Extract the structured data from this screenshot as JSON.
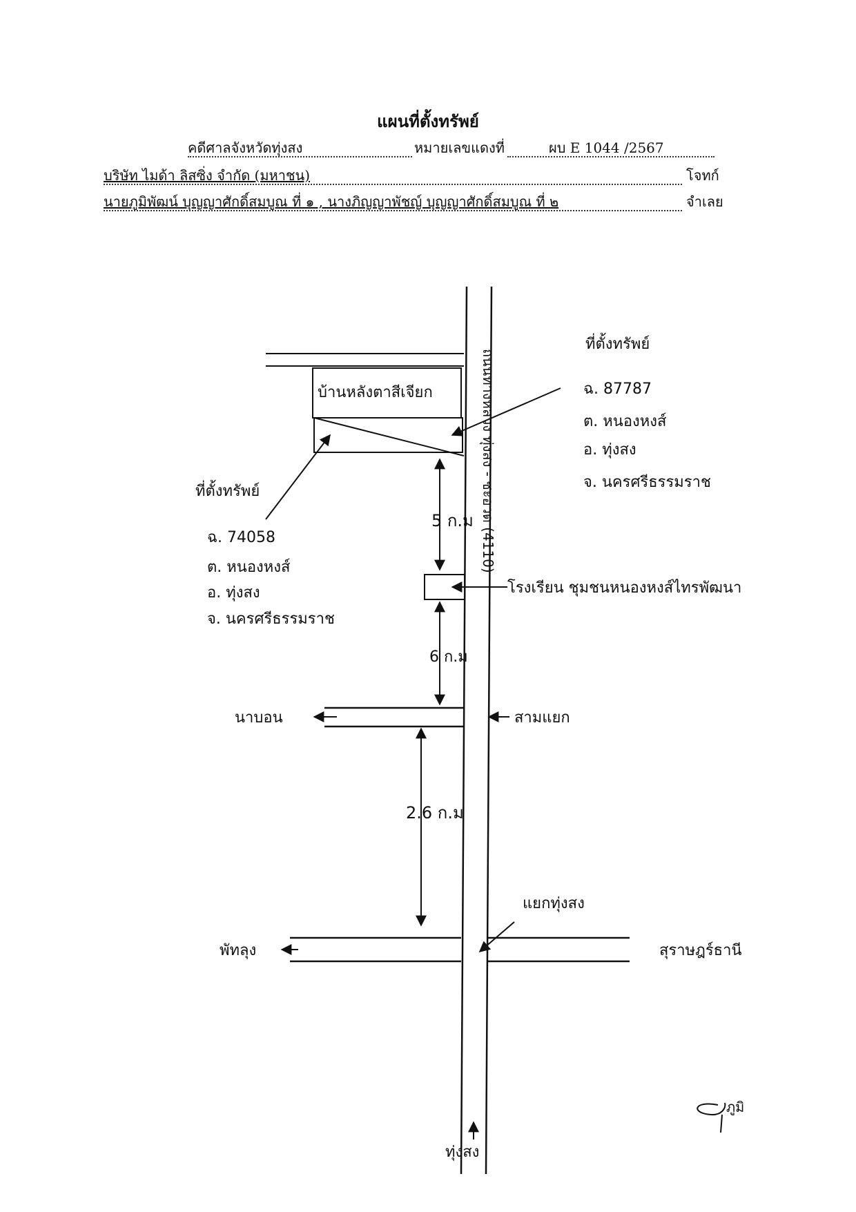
{
  "header": {
    "title": "แผนที่ตั้งทรัพย์",
    "court": "คดีศาลจังหวัดทุ่งสง",
    "case_no_label": "หมายเลขแดงที่",
    "case_no": "ผบ E 1044 /2567",
    "plaintiff": "บริษัท ไมด้า ลิสซิ่ง จำกัด (มหาชน)",
    "plaintiff_role": "โจทก์",
    "defendants": "นายภูมิพัฒน์ บุญญาศักดิ์สมบูณ ที่ ๑ , นางภิญญาพัชญ์ บุญญาศักดิ์สมบูณ ที่ ๒",
    "defendant_role": "จำเลย"
  },
  "map": {
    "main_road_label": "ถนนทางหลวง ทุ่งสง - ชะอวด (4110)",
    "house_label": "บ้านหลังตาสีเจียก",
    "property_right": {
      "title": "ที่ตั้งทรัพย์",
      "deed": "ฉ. 87787",
      "subdistrict": "ต. หนองหงส์",
      "district": "อ. ทุ่งสง",
      "province": "จ. นครศรีธรรมราช"
    },
    "property_left": {
      "title": "ที่ตั้งทรัพย์",
      "deed": "ฉ. 74058",
      "subdistrict": "ต. หนองหงส์",
      "district": "อ. ทุ่งสง",
      "province": "จ. นครศรีธรรมราช"
    },
    "dist_1": "5 ก.ม",
    "school_label": "โรงเรียน ชุมชนหนองหงส์ไทรพัฒนา",
    "dist_2": "6 ก.ม",
    "left_branch": "นาบอน",
    "junction_label": "สามแยก",
    "dist_3": "2.6 ก.ม",
    "intersection_label": "แยกทุ่งสง",
    "west_label": "พัทลุง",
    "east_label": "สุราษฎร์ธานี",
    "south_label": "ทุ่งสง",
    "signature": "ภูมิ"
  }
}
